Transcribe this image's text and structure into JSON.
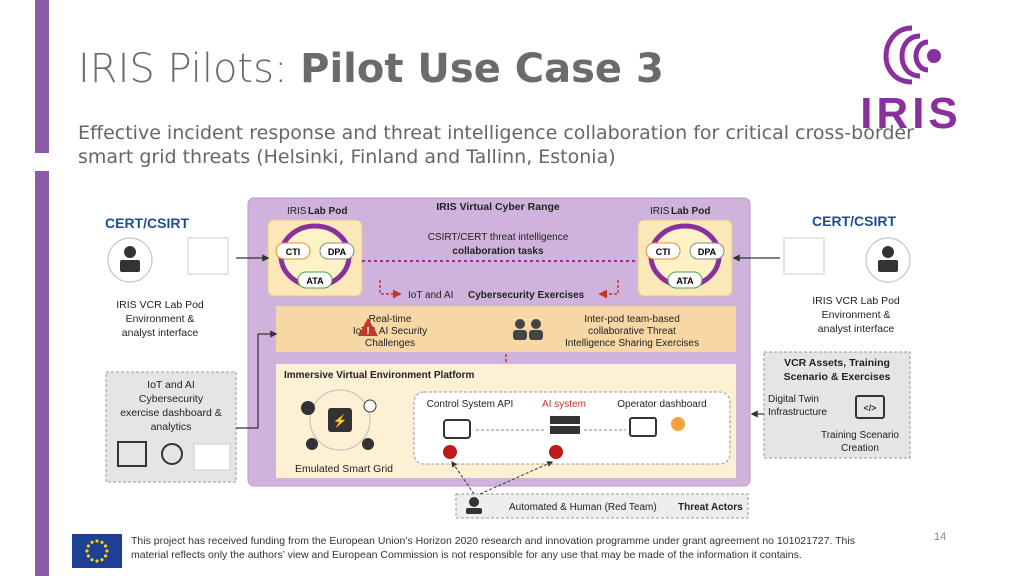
{
  "slide": {
    "title_light": "IRIS Pilots: ",
    "title_bold": "Pilot Use Case 3",
    "subtitle": "Effective incident response and threat intelligence collaboration for critical cross-border smart grid threats (Helsinki, Finland and Tallinn, Estonia)",
    "page_number": "14",
    "footer": "This project has received funding from the European Union’s Horizon 2020 research and innovation programme under grant agreement no 101021727. This material reflects only the authors’ view and European Commission is not responsible for any use that may be made of the information it contains."
  },
  "logo": {
    "text": "IRIS",
    "color": "#8a2f9e"
  },
  "diagram": {
    "left_cert": "CERT/CSIRT",
    "right_cert": "CERT/CSIRT",
    "left_lab_env": [
      "IRIS VCR Lab Pod",
      "Environment &",
      "analyst interface"
    ],
    "right_lab_env": [
      "IRIS VCR Lab Pod",
      "Environment &",
      "analyst interface"
    ],
    "left_pod_title_a": "IRIS",
    "left_pod_title_b": "Lab Pod",
    "right_pod_title_a": "IRIS",
    "right_pod_title_b": "Lab Pod",
    "pod_cti": "CTI",
    "pod_dpa": "DPA",
    "pod_ata": "ATA",
    "vcr_title": "IRIS Virtual Cyber Range",
    "collab_line1": "CSIRT/CERT threat intelligence",
    "collab_line2": "collaboration tasks",
    "iot_ex_a": "IoT and AI",
    "iot_ex_b": "Cybersecurity Exercises",
    "realtime": [
      "Real-time",
      "IoT & AI Security",
      "Challenges"
    ],
    "interpod": [
      "Inter-pod team-based",
      "collaborative Threat",
      "Intelligence Sharing Exercises"
    ],
    "ive_title": "Immersive Virtual Environment Platform",
    "control_api": "Control System API",
    "ai_system": "AI system",
    "operator": "Operator dashboard",
    "smart_grid": "Emulated Smart Grid",
    "dashboard": [
      "IoT and AI",
      "Cybersecurity",
      "exercise dashboard &",
      "analytics"
    ],
    "vcr_assets": [
      "VCR Assets, Training",
      "Scenario & Exercises"
    ],
    "digital_twin": [
      "Digital Twin",
      "Infrastructure"
    ],
    "training_creation": [
      "Training Scenario",
      "Creation"
    ],
    "threat_a": "Automated & Human (Red Team)",
    "threat_b": "Threat Actors"
  }
}
